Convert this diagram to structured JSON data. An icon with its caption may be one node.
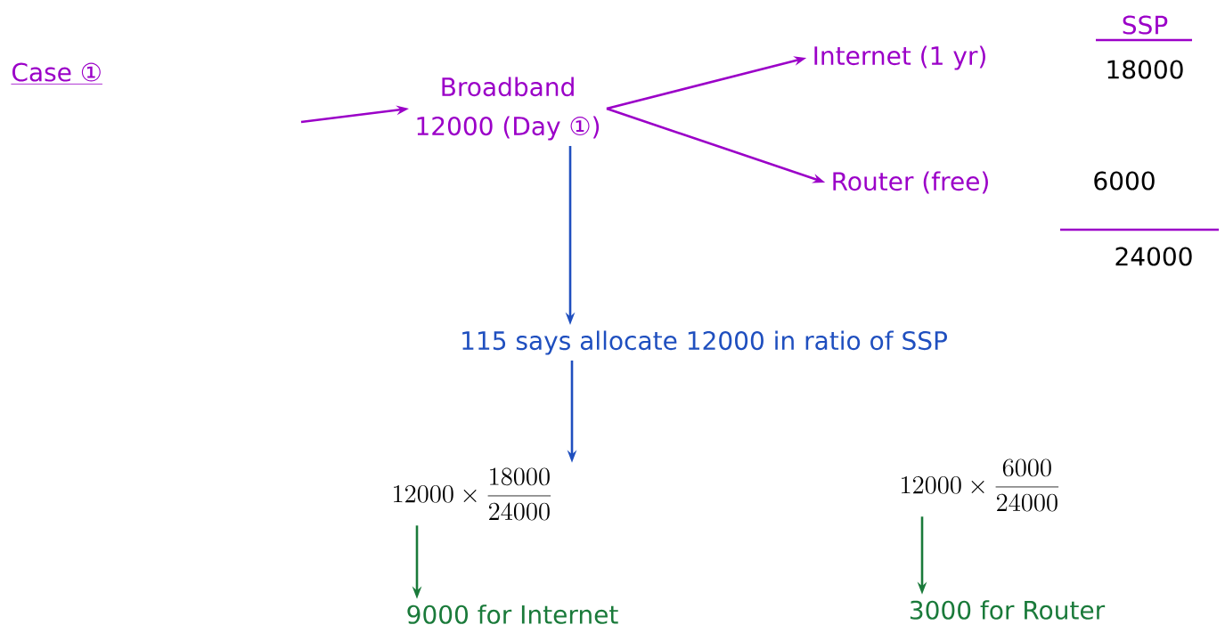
{
  "diagram": {
    "title": "Case ①",
    "nodes": [
      {
        "text": [
          "Broadband",
          "12000 (Day ①)"
        ]
      },
      {
        "text": [
          "Internet (1 yr)"
        ]
      },
      {
        "text": [
          "Router (free)"
        ]
      },
      {
        "text": [
          "115 says allocate 12000 in ratio of SSP"
        ]
      },
      {
        "text": [
          "12000 \\times \\frac{18000}{24000}"
        ]
      },
      {
        "text": [
          "12000 \\times \\frac{6000}{24000}"
        ]
      },
      {
        "text": [
          "9000 for Internet"
        ]
      },
      {
        "text": [
          "3000 for Router"
        ]
      }
    ],
    "edges": [
      {
        "from": null,
        "to": 0,
        "arrow": "to",
        "color": "#9b00c8"
      },
      {
        "from": 0,
        "to": 1,
        "arrow": "to",
        "color": "#9b00c8"
      },
      {
        "from": 0,
        "to": 2,
        "arrow": "to",
        "color": "#9b00c8"
      },
      {
        "from": 0,
        "to": 3,
        "arrow": "to",
        "color": "#1f4fbf"
      },
      {
        "from": 3,
        "to": 4,
        "arrow": "to",
        "color": "#1f4fbf"
      },
      {
        "from": 4,
        "to": 6,
        "arrow": "to",
        "color": "#1a7a3a"
      },
      {
        "from": 5,
        "to": 7,
        "arrow": "to",
        "color": "#1a7a3a"
      }
    ],
    "labels": [
      "SSP",
      "18000",
      "6000",
      "24000"
    ]
  }
}
